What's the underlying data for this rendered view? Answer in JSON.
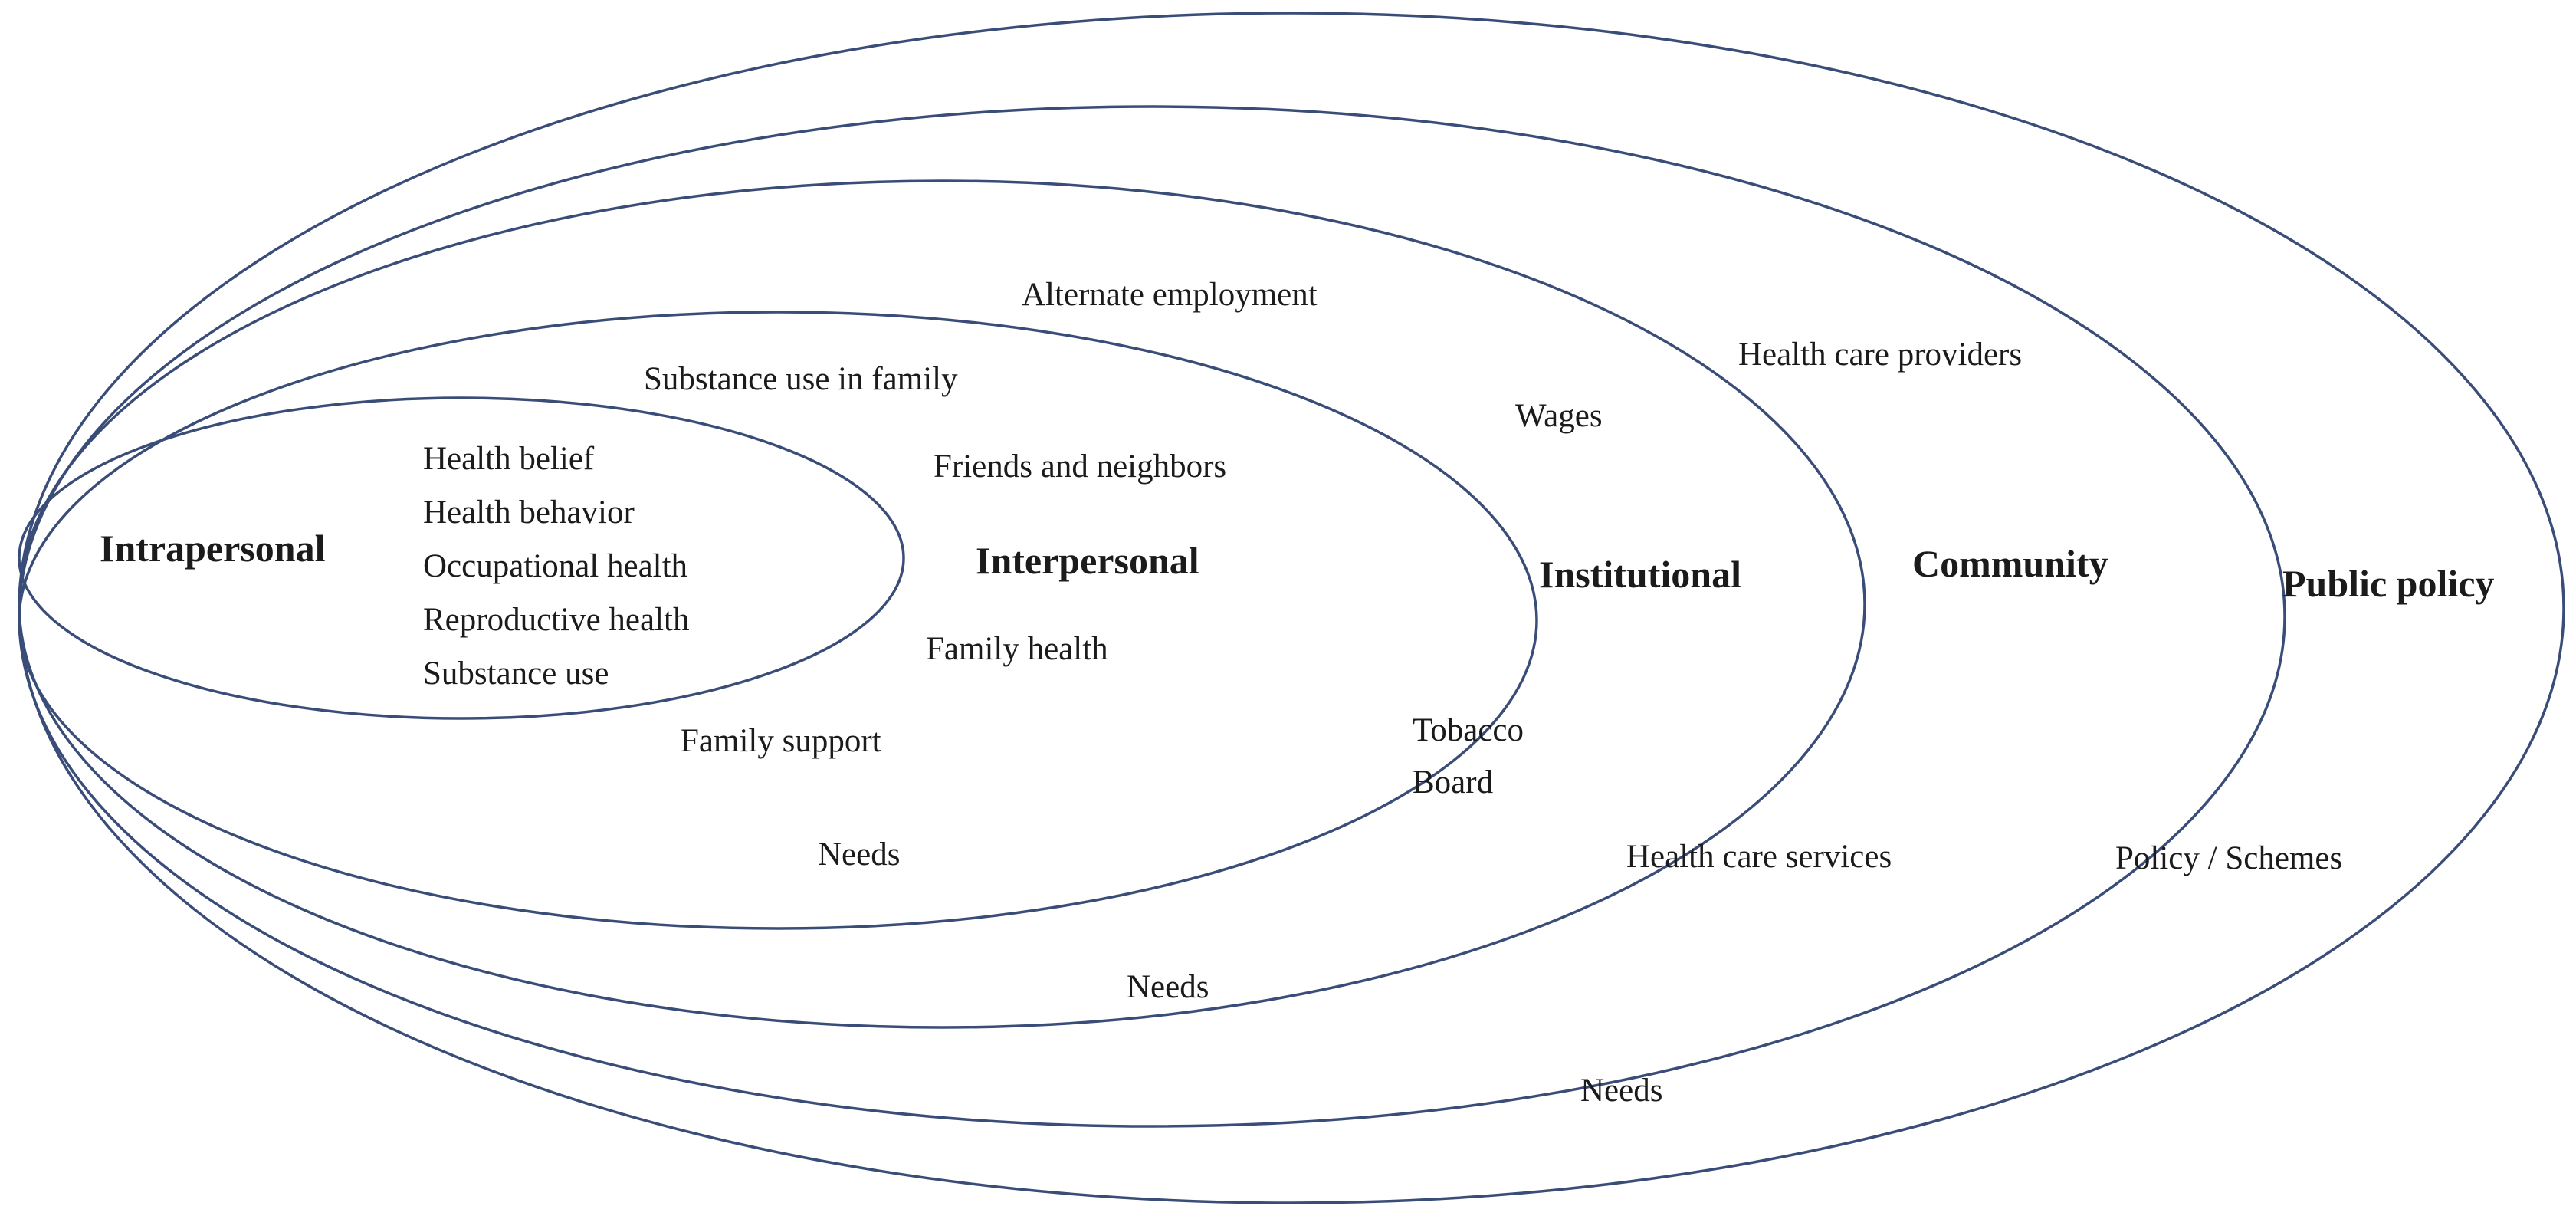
{
  "colors": {
    "ellipse_stroke": "#3a4d78",
    "text": "#1b1b1b",
    "background": "#ffffff"
  },
  "rings": [
    {
      "id": "intrapersonal",
      "label": "Intrapersonal"
    },
    {
      "id": "interpersonal",
      "label": "Interpersonal"
    },
    {
      "id": "institutional",
      "label": "Institutional"
    },
    {
      "id": "community",
      "label": "Community"
    },
    {
      "id": "public_policy",
      "label": "Public policy"
    }
  ],
  "intrapersonal_factors": [
    "Health belief",
    "Health behavior",
    "Occupational health",
    "Reproductive health",
    "Substance use"
  ],
  "annotations": {
    "alternate_employment": "Alternate employment",
    "substance_use_in_family": "Substance use in family",
    "health_care_providers": "Health care providers",
    "wages": "Wages",
    "friends_and_neighbors": "Friends and neighbors",
    "family_health": "Family health",
    "family_support": "Family support",
    "tobacco_board_line1": "Tobacco",
    "tobacco_board_line2": "Board",
    "needs_interpersonal": "Needs",
    "needs_institutional": "Needs",
    "needs_community": "Needs",
    "health_care_services": "Health care services",
    "policy_schemes": "Policy / Schemes"
  }
}
